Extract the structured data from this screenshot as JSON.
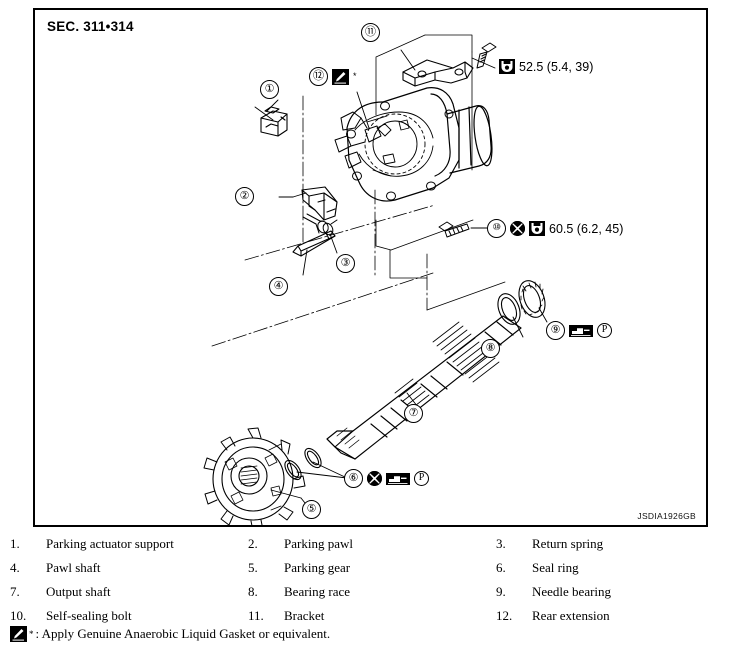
{
  "diagram": {
    "section_title": "SEC. 311•314",
    "diagram_id": "JSDIA1926GB",
    "callouts": [
      {
        "id": "1",
        "label": "①"
      },
      {
        "id": "2",
        "label": "②"
      },
      {
        "id": "3",
        "label": "③"
      },
      {
        "id": "4",
        "label": "④"
      },
      {
        "id": "5",
        "label": "⑤"
      },
      {
        "id": "6",
        "label": "⑥"
      },
      {
        "id": "7",
        "label": "⑦"
      },
      {
        "id": "8",
        "label": "⑧"
      },
      {
        "id": "9",
        "label": "⑨"
      },
      {
        "id": "10",
        "label": "⑩"
      },
      {
        "id": "11",
        "label": "⑪"
      },
      {
        "id": "12",
        "label": "⑫"
      }
    ],
    "specs": {
      "bracket_bolt": {
        "torque": "52.5 (5.4, 39)",
        "icons": [
          "torque-icon"
        ]
      },
      "self_sealing_bolt": {
        "torque": "60.5 (6.2, 45)",
        "icons": [
          "callout-10",
          "no-reuse-icon",
          "torque-icon"
        ]
      },
      "needle_bearing": {
        "icons": [
          "callout-9",
          "grease-icon",
          "petroleum-icon"
        ]
      },
      "seal_ring": {
        "icons": [
          "callout-6",
          "no-reuse-icon",
          "grease-icon",
          "petroleum-icon"
        ]
      },
      "rear_extension_gasket": {
        "icons": [
          "callout-12",
          "gasket-icon"
        ],
        "mark": "*"
      }
    }
  },
  "legend": {
    "rows": [
      [
        {
          "num": "1.",
          "label": "Parking actuator support"
        },
        {
          "num": "2.",
          "label": "Parking pawl"
        },
        {
          "num": "3.",
          "label": "Return spring"
        }
      ],
      [
        {
          "num": "4.",
          "label": "Pawl shaft"
        },
        {
          "num": "5.",
          "label": "Parking gear"
        },
        {
          "num": "6.",
          "label": "Seal ring"
        }
      ],
      [
        {
          "num": "7.",
          "label": "Output shaft"
        },
        {
          "num": "8.",
          "label": "Bearing race"
        },
        {
          "num": "9.",
          "label": "Needle bearing"
        }
      ],
      [
        {
          "num": "10.",
          "label": "Self-sealing bolt"
        },
        {
          "num": "11.",
          "label": "Bracket"
        },
        {
          "num": "12.",
          "label": "Rear extension"
        }
      ]
    ],
    "note": ": Apply Genuine Anaerobic Liquid Gasket or equivalent.",
    "note_mark": "*"
  },
  "colors": {
    "line": "#000000",
    "background": "#ffffff"
  }
}
